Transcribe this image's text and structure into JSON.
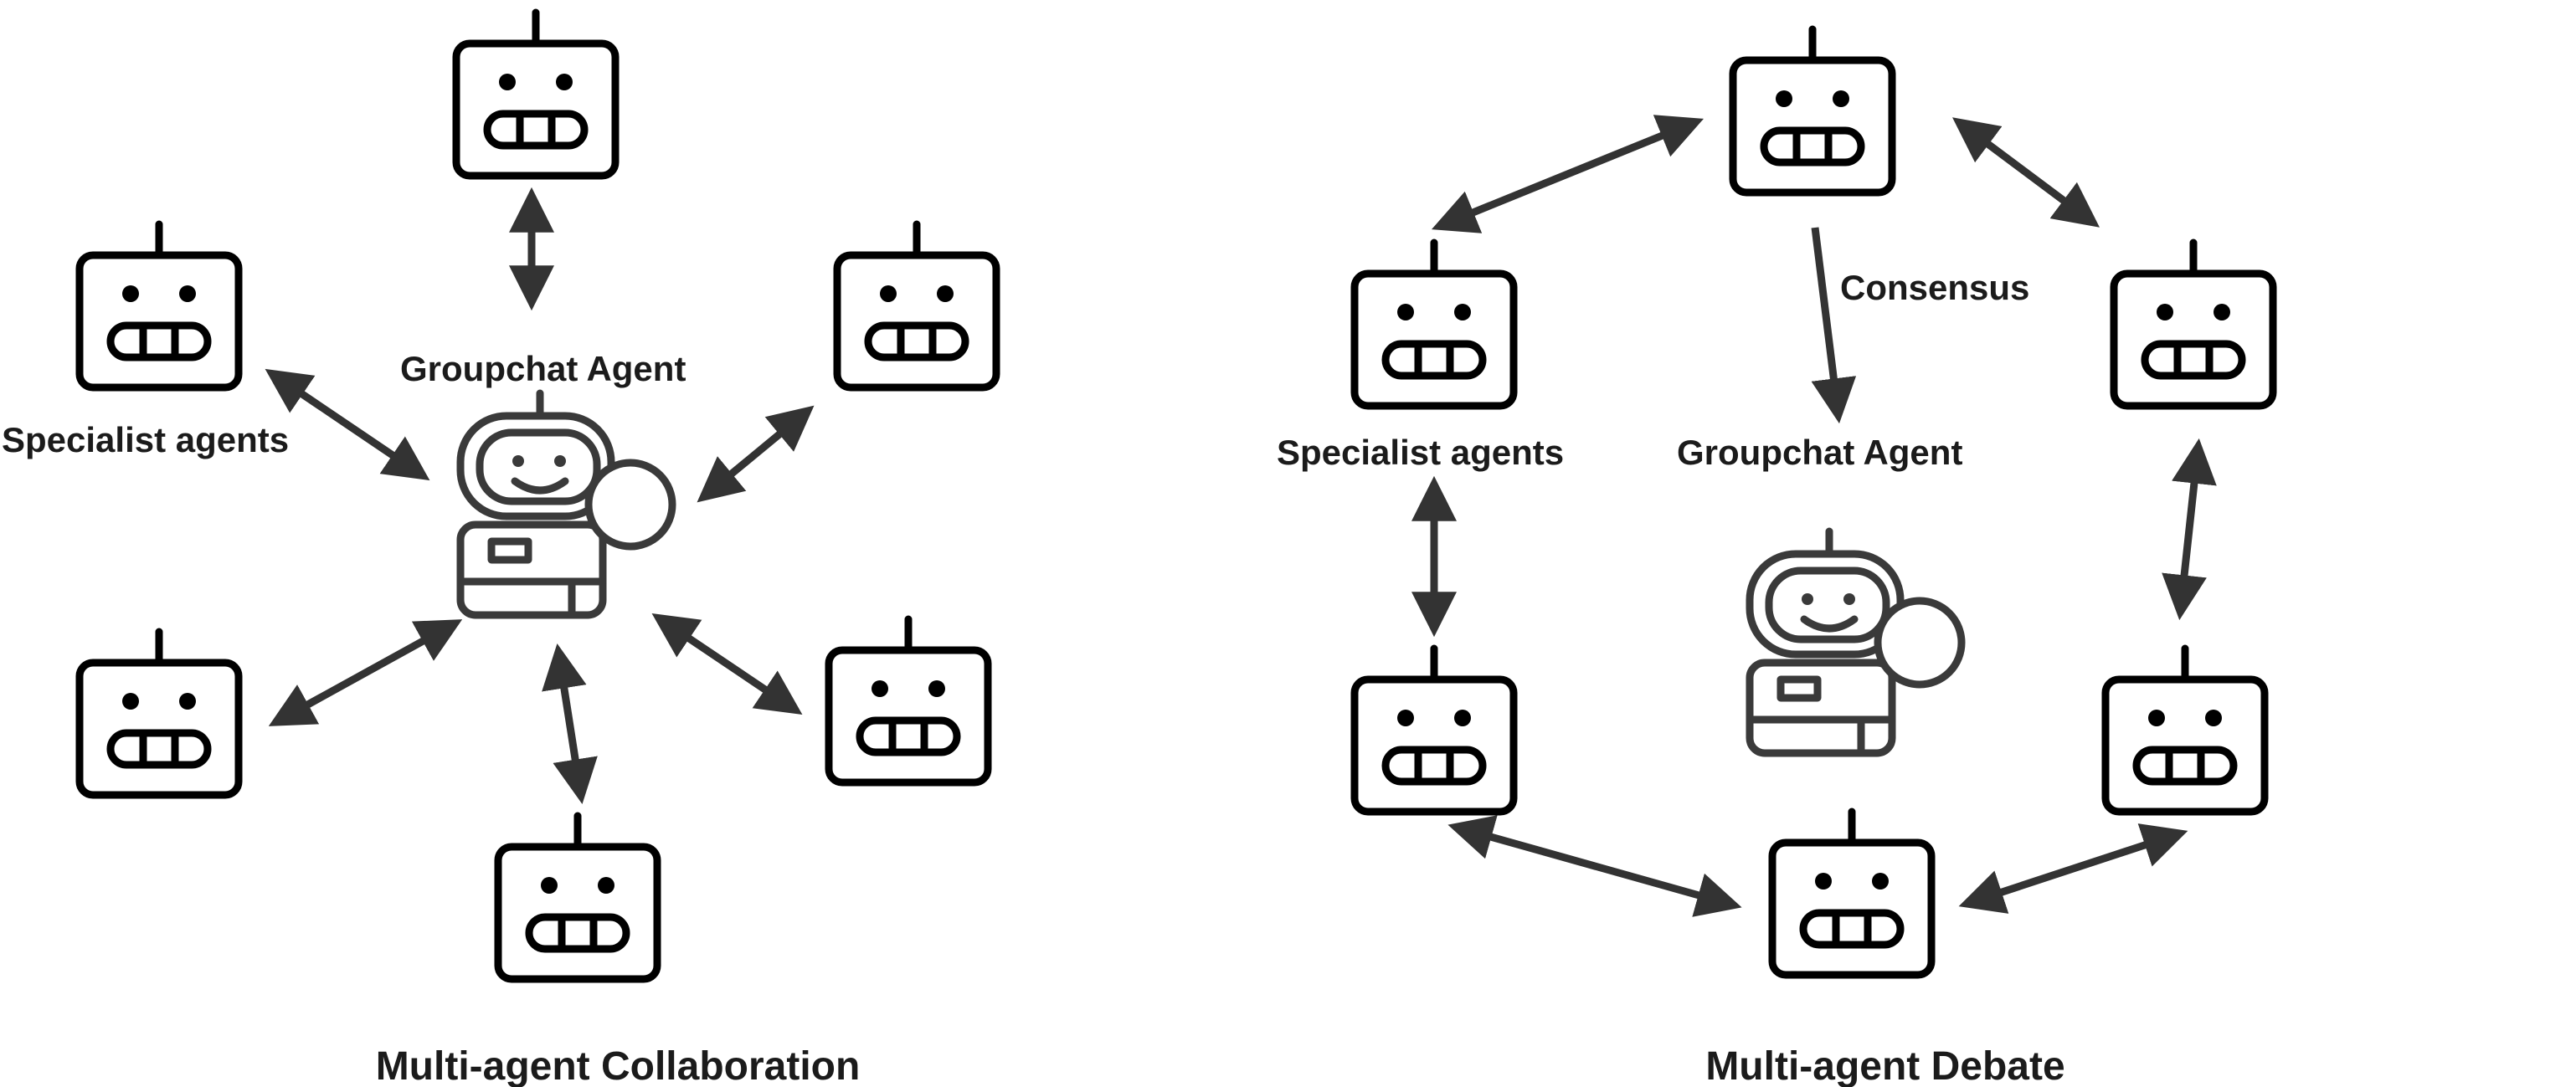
{
  "panels": {
    "collaboration": {
      "title": "Multi-agent Collaboration",
      "specialist_label": "Specialist agents",
      "groupchat_label": "Groupchat Agent"
    },
    "debate": {
      "title": "Multi-agent Debate",
      "specialist_label": "Specialist agents",
      "groupchat_label": "Groupchat Agent",
      "consensus_label": "Consensus"
    }
  },
  "icons": {
    "specialist": "robot-icon",
    "groupchat": "groupchat-robot-icon",
    "link": "bidirectional-arrow-icon",
    "flow": "arrow-icon"
  },
  "colors": {
    "robot_stroke": "#000000",
    "arrow": "#333333",
    "groupchat_stroke": "#3a3a3a",
    "text": "#1b1b1b"
  }
}
